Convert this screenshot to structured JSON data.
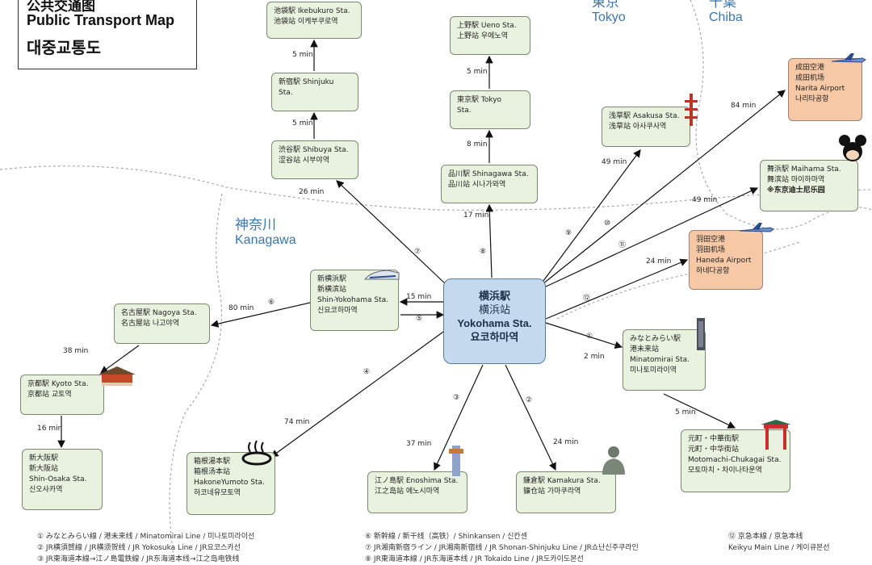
{
  "title": {
    "line1": "公共交通图",
    "line2": "Public Transport Map",
    "line3": "대중교통도"
  },
  "regions": {
    "tokyo": {
      "cjk": "東京",
      "en": "Tokyo"
    },
    "chiba": {
      "cjk": "千葉",
      "en": "Chiba"
    },
    "kanagawa": {
      "cjk": "神奈川",
      "en": "Kanagawa"
    }
  },
  "hub": {
    "l1": "横浜駅",
    "l2": "横浜站",
    "l3": "Yokohama Sta.",
    "l4": "요코하마역"
  },
  "stations": {
    "ikebukuro": {
      "l1": "池袋駅  Ikebukuro Sta.",
      "l2": "池袋站  이케부쿠로역"
    },
    "shinjuku": {
      "l1": "新宿駅  Shinjuku",
      "l2": "Sta."
    },
    "shibuya": {
      "l1": "渋谷駅  Shibuya Sta.",
      "l2": "涩谷站  시부야역"
    },
    "ueno": {
      "l1": "上野駅  Ueno Sta.",
      "l2": "上野站  우에노역"
    },
    "tokyo": {
      "l1": "東京駅   Tokyo",
      "l2": "Sta."
    },
    "shinagawa": {
      "l1": "品川駅  Shinagawa Sta.",
      "l2": "品川站  시나가와역"
    },
    "asakusa": {
      "l1": "浅草駅  Asakusa Sta.",
      "l2": "浅草站  아사쿠사역"
    },
    "narita": {
      "l1": "成田空港",
      "l2": "成田机场",
      "l3": "Narita Airport",
      "l4": "나리타공항"
    },
    "maihama": {
      "l1": "舞浜駅  Maihama Sta.",
      "l2": "舞滨站  마이하마역",
      "l3": "※东京迪士尼乐园"
    },
    "haneda": {
      "l1": "羽田空港",
      "l2": "羽田机场",
      "l3": "Haneda Airport",
      "l4": "하네다공항"
    },
    "shinyokohama": {
      "l1": "新横浜駅",
      "l2": "新横滨站",
      "l3": "Shin-Yokohama Sta.",
      "l4": "신요코하마역"
    },
    "nagoya": {
      "l1": "名古屋駅  Nagoya Sta.",
      "l2": "名古屋站  나고야역"
    },
    "kyoto": {
      "l1": "京都駅  Kyoto Sta.",
      "l2": "京都站  교토역"
    },
    "shinosaka": {
      "l1": "新大阪駅",
      "l2": "新大阪站",
      "l3": "Shin-Osaka Sta.",
      "l4": "신오사카역"
    },
    "hakone": {
      "l1": "箱根湯本駅",
      "l2": "箱根汤本站",
      "l3": "HakoneYumoto Sta.",
      "l4": "하코네유모토역"
    },
    "enoshima": {
      "l1": "江ノ島駅  Enoshima Sta.",
      "l2": "江之岛站  에노시마역"
    },
    "kamakura": {
      "l1": "鎌倉駅  Kamakura Sta.",
      "l2": "镰仓站  가마쿠라역"
    },
    "minatomirai": {
      "l1": "みなとみらい駅",
      "l2": "港未来站",
      "l3": "Minatomirai Sta.",
      "l4": "미나토미라이역"
    },
    "motomachi": {
      "l1": "元町・中華街駅",
      "l2": "元町・中华街站",
      "l3": "Motomachi-Chukagai Sta.",
      "l4": "모토마치・차이나타운역"
    }
  },
  "times": {
    "ikebukuro_shinjuku": "5 min",
    "shinjuku_shibuya": "5 min",
    "shibuya_hub": "26 min",
    "ueno_tokyo": "5 min",
    "tokyo_shinagawa": "8 min",
    "shinagawa_hub": "17 min",
    "asakusa": "49 min",
    "narita": "84 min",
    "maihama": "49 min",
    "haneda": "24 min",
    "shinyokohama": "15 min",
    "nagoya": "80 min",
    "kyoto": "38 min",
    "shinosaka": "16 min",
    "hakone": "74 min",
    "enoshima": "37 min",
    "kamakura": "24 min",
    "minatomirai": "2 min",
    "motomachi": "5 min"
  },
  "route_numbers": {
    "shibuya": "⑦",
    "shinagawa": "⑧",
    "asakusa": "⑨",
    "narita": "⑩",
    "maihama": "⑪",
    "haneda": "⑫",
    "shinyokohama": "⑤",
    "nagoya": "⑥",
    "hakone": "④",
    "enoshima": "③",
    "kamakura": "②",
    "minatomirai": "①"
  },
  "legend": {
    "c1": [
      "① みなとみらい線 / 港未来线 / Minatomirai Line / 미나토미라이선",
      "② JR横須賀線 / JR横须贺线 / JR Yokosuka Line / JR요코스카선",
      "③ JR東海道本線→江ノ島電鉄線 / JR东海道本线→江之岛电铁线"
    ],
    "c2": [
      "⑥ 新幹線 / 新干线（高铁）/ Shinkansen / 신칸센",
      "⑦ JR湘南新宿ライン / JR湘南新宿线 / JR Shonan-Shinjuku Line / JR쇼난신주쿠라인",
      "⑧ JR東海道本線 / JR东海道本线 / JR Tokaido Line / JR도카이도본선"
    ],
    "c3": [
      "⑫ 京急本線 / 京急本线",
      "Keikyu Main Line / 케이큐본선"
    ]
  }
}
